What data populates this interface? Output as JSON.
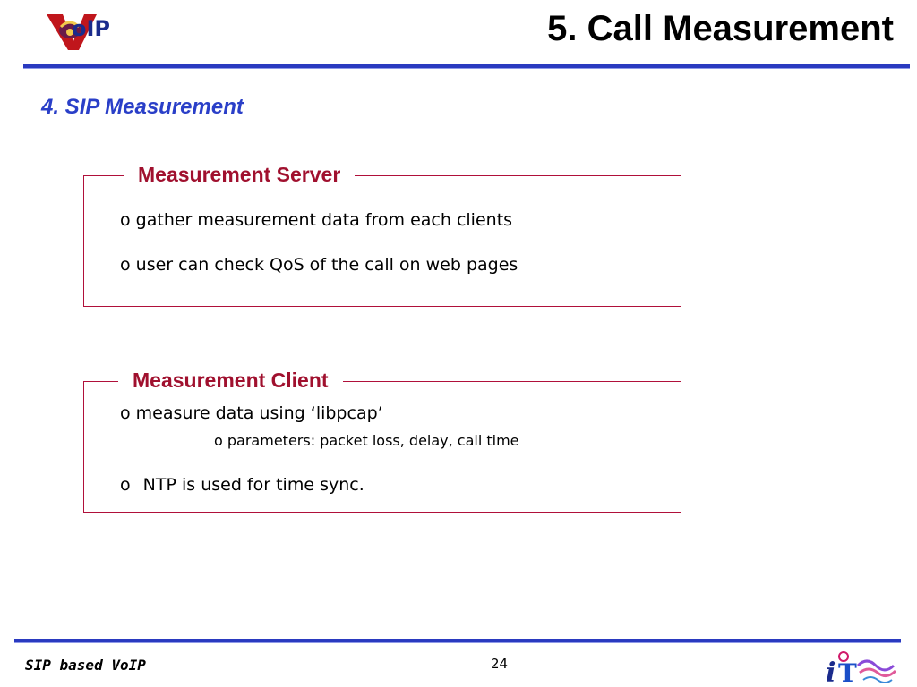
{
  "header": {
    "logo_text": "oIP",
    "title": "5. Call Measurement"
  },
  "section": {
    "subtitle": "4. SIP Measurement"
  },
  "server_box": {
    "label": "Measurement Server",
    "bullets": [
      {
        "mark": "o",
        "text": "gather measurement data from each clients"
      },
      {
        "mark": "o",
        "text": "user can check QoS of the call on web pages"
      }
    ]
  },
  "client_box": {
    "label": "Measurement Client",
    "bullets": [
      {
        "mark": "o",
        "text": "measure data using ‘libpcap’"
      },
      {
        "mark": "o",
        "text": "parameters: packet loss, delay, call time"
      },
      {
        "mark": "o",
        "text": "NTP is used for time sync."
      }
    ]
  },
  "footer": {
    "left_text": "SIP based VoIP",
    "page_number": "24"
  },
  "colors": {
    "title_rule": "#2a3ac0",
    "subtitle": "#2a3fc8",
    "box_border": "#b0103a",
    "box_label": "#a0102e"
  },
  "icons": {
    "top_logo": "voip-logo-icon",
    "bottom_logo": "it-logo-icon"
  }
}
